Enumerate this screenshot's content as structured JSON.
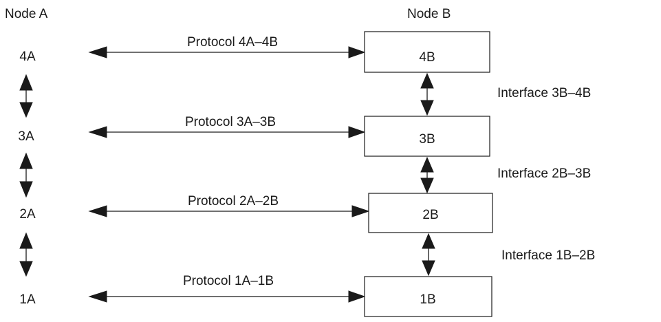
{
  "node_a": {
    "title": "Node A",
    "layers": [
      "4A",
      "3A",
      "2A",
      "1A"
    ]
  },
  "node_b": {
    "title": "Node B",
    "layers": [
      "4B",
      "3B",
      "2B",
      "1B"
    ]
  },
  "protocols": [
    "Protocol 4A–4B",
    "Protocol 3A–3B",
    "Protocol 2A–2B",
    "Protocol 1A–1B"
  ],
  "interfaces": [
    "Interface 3B–4B",
    "Interface 2B–3B",
    "Interface 1B–2B"
  ]
}
